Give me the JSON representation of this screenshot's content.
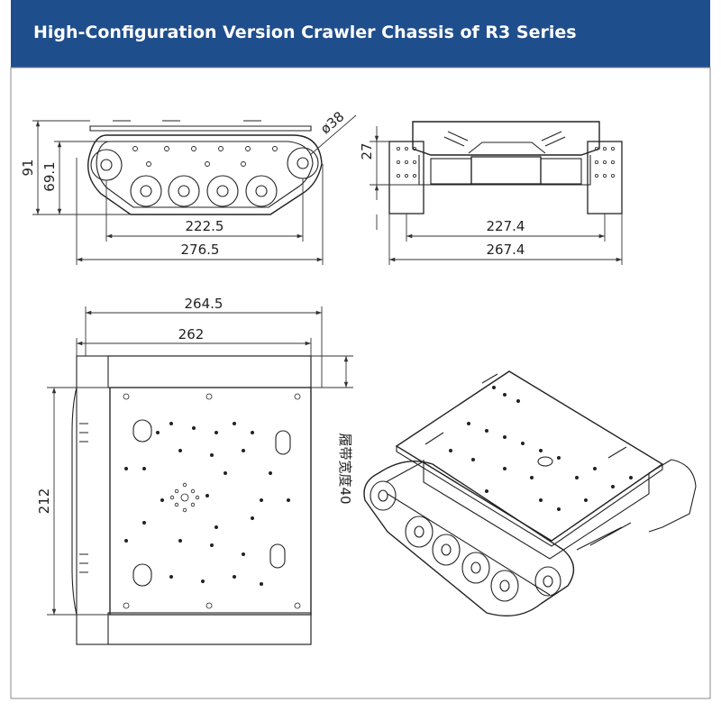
{
  "header": {
    "title": "High-Configuration Version Crawler Chassis of R3 Series",
    "background": "#1f4e8c",
    "text_color": "#ffffff"
  },
  "side_view": {
    "total_height": "91",
    "body_height": "69.1",
    "wheel_diameter": "ø38",
    "wheelbase": "222.5",
    "total_length": "276.5"
  },
  "front_view": {
    "track_height": "27",
    "inner_width": "227.4",
    "total_width": "267.4"
  },
  "top_view": {
    "overall_length": "264.5",
    "plate_length": "262",
    "plate_width": "212",
    "track_width_note": "履带宽度40"
  },
  "colors": {
    "line": "#222222",
    "dimension": "#333333"
  }
}
